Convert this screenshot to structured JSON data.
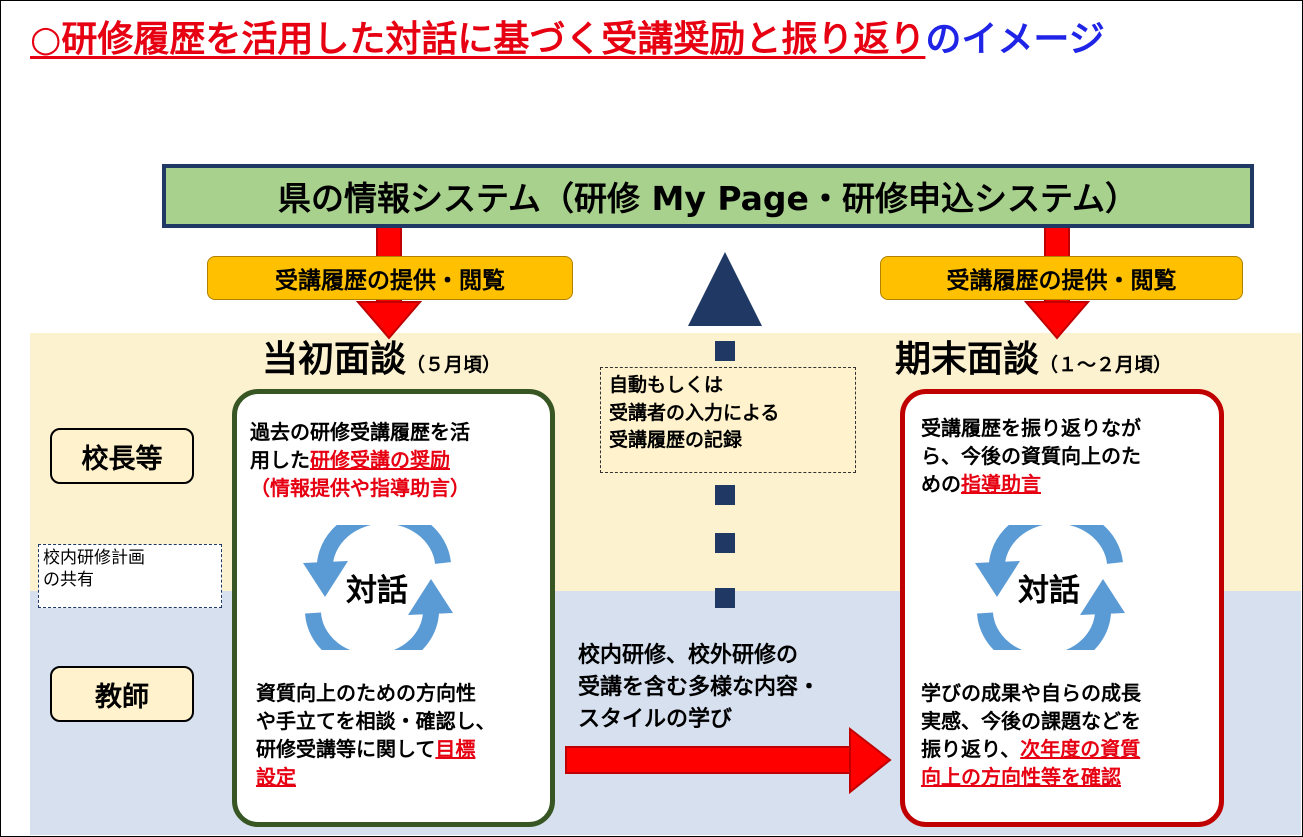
{
  "title": {
    "red": "○研修履歴を活用した対話に基づく受講奨励と振り返り",
    "blue": "のイメージ"
  },
  "system_box": "県の情報システム（研修 My Page・研修申込システム）",
  "provide_left": "受講履歴の提供・閲覧",
  "provide_right": "受講履歴の提供・閲覧",
  "roles": {
    "principal": "校長等",
    "teacher": "教師"
  },
  "share_plan": {
    "line1": "校内研修計画",
    "line2": "の共有"
  },
  "initial": {
    "title": "当初面談",
    "when": "（５月頃）",
    "top": {
      "t1": "過去の研修受講履歴を活",
      "t2": "用した",
      "link": "研修受講の奨励",
      "t3": "（情報提供や指導助言）"
    },
    "dialogue": "対話",
    "bottom": {
      "l1": "資質向上のための方向性",
      "l2": "や手立てを相談・確認し、",
      "l3": "研修受講等に関して",
      "link1": "目標",
      "link2": "設定"
    }
  },
  "auto_record": {
    "l1": "自動もしくは",
    "l2": "受講者の入力による",
    "l3": "受講履歴の記録"
  },
  "learning": {
    "l1": "校内研修、校外研修の",
    "l2": "受講を含む多様な内容・",
    "l3": "スタイルの学び"
  },
  "final": {
    "title": "期末面談",
    "when": "（１～２月頃）",
    "top": {
      "l1": "受講履歴を振り返りなが",
      "l2": "ら、今後の資質向上のた",
      "l3": "めの",
      "link": "指導助言"
    },
    "dialogue": "対話",
    "bottom": {
      "l1": "学びの成果や自らの成長",
      "l2": "実感、今後の課題などを",
      "l3": "振り返り、",
      "link1": "次年度の資質",
      "link2": "向上の方向性等を確認"
    }
  },
  "colors": {
    "title_red": "#e60012",
    "title_blue": "#1f24e6",
    "system_green": "#a9d18e",
    "navy": "#1f3864",
    "pill": "#ffc000",
    "initial_border": "#375623",
    "final_border": "#c00000",
    "cycle_arrow": "#5b9bd5"
  }
}
